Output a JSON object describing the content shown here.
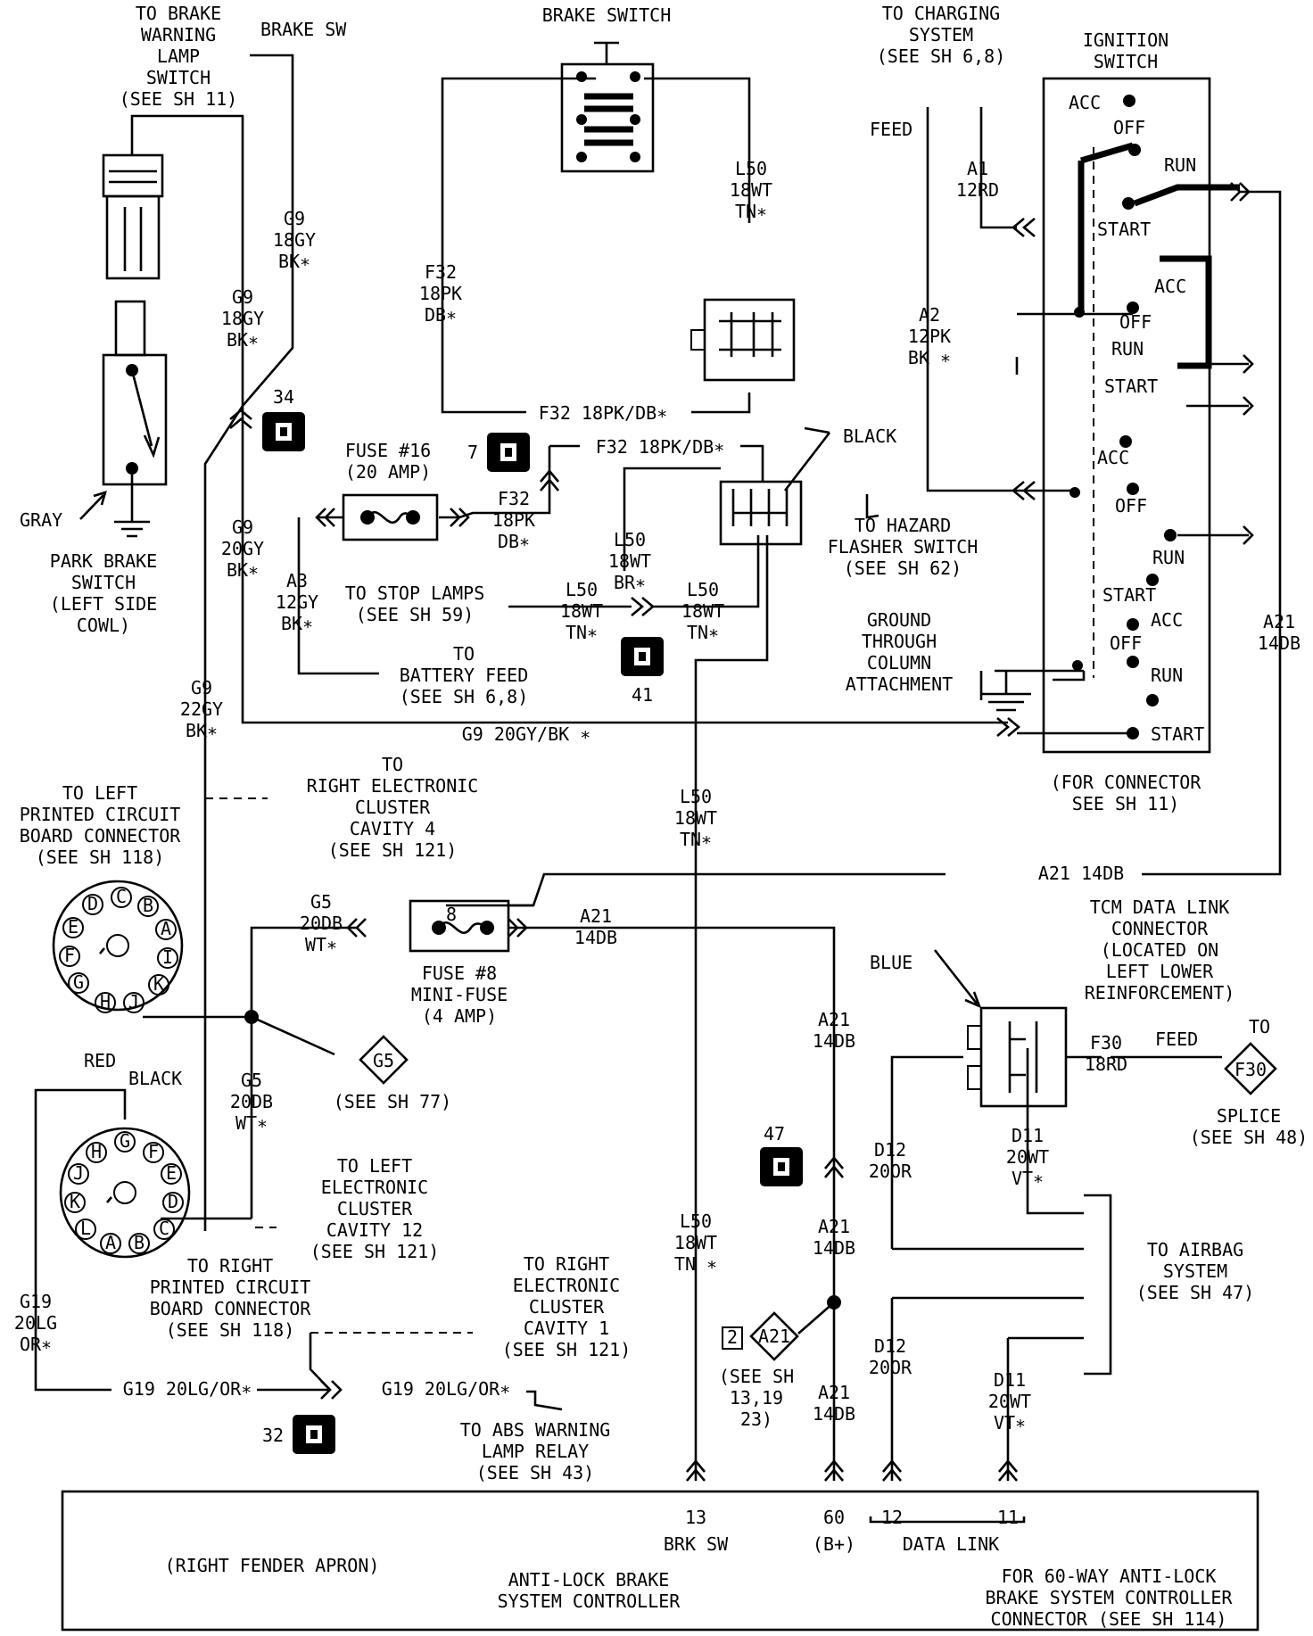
{
  "labels": {
    "brake_warn": [
      "TO BRAKE",
      "WARNING",
      "LAMP",
      "SWITCH",
      "(SEE SH 11)"
    ],
    "brake_sw_tag": "BRAKE SW",
    "brake_switch_title": "BRAKE SWITCH",
    "charging": [
      "TO CHARGING",
      "SYSTEM",
      "(SEE SH 6,8)"
    ],
    "feed_top": "FEED",
    "ignition_title": [
      "IGNITION",
      "SWITCH"
    ],
    "ign_positions": [
      "ACC",
      "OFF",
      "RUN",
      "START",
      "ACC",
      "OFF",
      "RUN",
      "START",
      "ACC",
      "OFF",
      "RUN",
      "START",
      "ACC",
      "OFF",
      "RUN",
      "START"
    ],
    "for_connector": [
      "(FOR CONNECTOR",
      "SEE SH 11)"
    ],
    "park_brake": [
      "PARK BRAKE",
      "SWITCH",
      "(LEFT SIDE",
      "COWL)"
    ],
    "gray": "GRAY",
    "fuse16": [
      "FUSE #16",
      "(20 AMP)"
    ],
    "to_stop": [
      "TO STOP LAMPS",
      "(SEE SH 59)"
    ],
    "battery": [
      "TO",
      "BATTERY FEED",
      "(SEE SH 6,8)"
    ],
    "black_top": "BLACK",
    "hazard": [
      "TO HAZARD",
      "FLASHER SWITCH",
      "(SEE SH 62)"
    ],
    "ground_col": [
      "GROUND",
      "THROUGH",
      "COLUMN",
      "ATTACHMENT"
    ],
    "left_pcb": [
      "TO LEFT",
      "PRINTED CIRCUIT",
      "BOARD CONNECTOR",
      "(SEE SH 118)"
    ],
    "right_elec_4": [
      "TO",
      "RIGHT ELECTRONIC",
      "CLUSTER",
      "CAVITY 4",
      "(SEE SH 121)"
    ],
    "fuse8": [
      "FUSE #8",
      "MINI-FUSE",
      "(4 AMP)"
    ],
    "fuse8_tag": "8",
    "see_sh77": "(SEE SH 77)",
    "g5_tag": "G5",
    "red": "RED",
    "black_low": "BLACK",
    "blue": "BLUE",
    "tcm": [
      "TCM DATA LINK",
      "CONNECTOR",
      "(LOCATED ON",
      "LEFT LOWER",
      "REINFORCEMENT)"
    ],
    "feed_low": "FEED",
    "to_f30": "TO",
    "f30_tag": "F30",
    "splice": [
      "SPLICE",
      "(SEE SH 48)"
    ],
    "airbag": [
      "TO AIRBAG",
      "SYSTEM",
      "(SEE SH 47)"
    ],
    "left_elec_12": [
      "TO LEFT",
      "ELECTRONIC",
      "CLUSTER",
      "CAVITY 12",
      "(SEE SH 121)"
    ],
    "right_pcb": [
      "TO RIGHT",
      "PRINTED CIRCUIT",
      "BOARD CONNECTOR",
      "(SEE SH 118)"
    ],
    "right_elec_1": [
      "TO RIGHT",
      "ELECTRONIC",
      "CLUSTER",
      "CAVITY 1",
      "(SEE SH 121)"
    ],
    "abs_relay": [
      "TO ABS WARNING",
      "LAMP RELAY",
      "(SEE SH 43)"
    ],
    "a21_tag": "A21",
    "a21_num": "2",
    "see_sh13": [
      "(SEE SH",
      "13,19",
      "23)"
    ],
    "fender": "(RIGHT FENDER APRON)",
    "abs_ctrl": [
      "ANTI-LOCK BRAKE",
      "SYSTEM CONTROLLER"
    ],
    "for60": [
      "FOR 60-WAY ANTI-LOCK",
      "BRAKE SYSTEM CONTROLLER",
      "CONNECTOR (SEE SH 114)"
    ],
    "pin13": [
      "13",
      "BRK SW"
    ],
    "pin60": [
      "60",
      "(B+)"
    ],
    "pin12": "12",
    "pin11": "11",
    "data_link": "DATA LINK"
  },
  "splice_ids": [
    "34",
    "7",
    "41",
    "47",
    "32"
  ],
  "connector_pins": {
    "upper": [
      "D",
      "C",
      "B",
      "E",
      "A",
      "F",
      "I",
      "G",
      "K",
      "H",
      "J"
    ],
    "lower": [
      "G",
      "H",
      "F",
      "J",
      "E",
      "K",
      "D",
      "L",
      "C",
      "A",
      "B"
    ]
  },
  "wires": {
    "g9_18gy_a": [
      "G9",
      "18GY",
      "BK∗"
    ],
    "g9_18gy_b": [
      "G9",
      "18GY",
      "BK∗"
    ],
    "g9_20gy": [
      "G9",
      "20GY",
      "BK∗"
    ],
    "g9_22gy": [
      "G9",
      "22GY",
      "BK∗"
    ],
    "g9_horiz": "G9 20GY/BK ∗",
    "f32_vert": [
      "F32",
      "18PK",
      "DB∗"
    ],
    "f32_h1": "F32 18PK/DB∗",
    "f32_h2": "F32 18PK/DB∗",
    "f32_fuse": [
      "F32",
      "18PK",
      "DB∗"
    ],
    "l50_top": [
      "L50",
      "18WT",
      "TN∗"
    ],
    "l50_br": [
      "L50",
      "18WT",
      "BR∗"
    ],
    "l50_left": [
      "L50",
      "18WT",
      "TN∗"
    ],
    "l50_right": [
      "L50",
      "18WT",
      "TN∗"
    ],
    "l50_mid": [
      "L50",
      "18WT",
      "TN∗"
    ],
    "l50_low": [
      "L50",
      "18WT",
      "TN ∗"
    ],
    "a3": [
      "A3",
      "12GY",
      "BK∗"
    ],
    "a1": [
      "A1",
      "12RD"
    ],
    "a2": [
      "A2",
      "12PK",
      "BK ∗"
    ],
    "a21_right": [
      "A21",
      "14DB"
    ],
    "a21_h": "A21 14DB",
    "a21_fuse": [
      "A21",
      "14DB"
    ],
    "a21_mid": [
      "A21",
      "14DB"
    ],
    "a21_low": [
      "A21",
      "14DB"
    ],
    "a21_bot": [
      "A21",
      "14DB"
    ],
    "g5_top": [
      "G5",
      "20DB",
      "WT∗"
    ],
    "g5_low": [
      "G5",
      "20DB",
      "WT∗"
    ],
    "g19_vert": [
      "G19",
      "20LG",
      "OR∗"
    ],
    "g19_h1": "G19 20LG/OR∗",
    "g19_h2": "G19 20LG/OR∗",
    "f30": [
      "F30",
      "18RD"
    ],
    "d12_a": [
      "D12",
      "20OR"
    ],
    "d11_a": [
      "D11",
      "20WT",
      "VT∗"
    ],
    "d12_b": [
      "D12",
      "20OR"
    ],
    "d11_b": [
      "D11",
      "20WT",
      "VT∗"
    ]
  }
}
